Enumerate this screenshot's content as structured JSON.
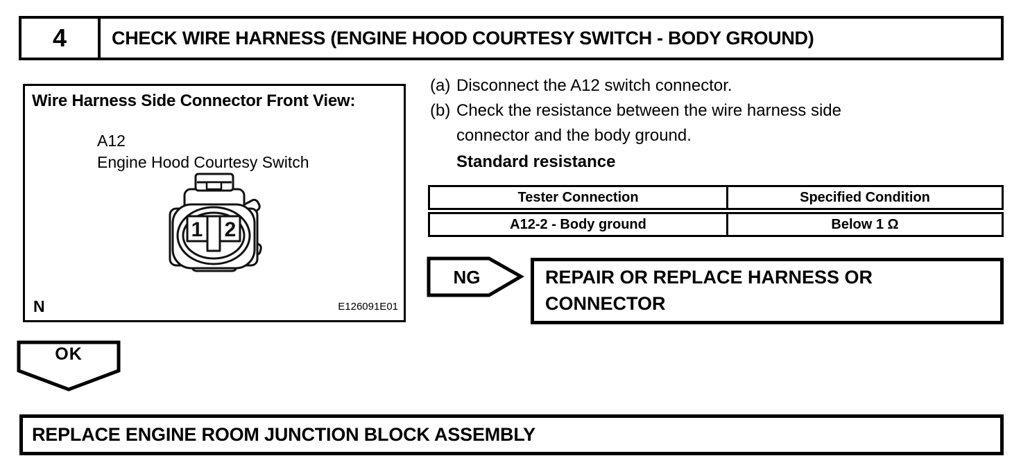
{
  "step": {
    "number": "4",
    "title": "CHECK WIRE HARNESS (ENGINE HOOD COURTESY SWITCH - BODY GROUND)"
  },
  "figure": {
    "title": "Wire Harness Side Connector Front View:",
    "connector_code": "A12",
    "connector_name": "Engine Hood Courtesy Switch",
    "pins": [
      "1",
      "2"
    ],
    "note_label": "N",
    "figure_id": "E126091E01"
  },
  "instructions": {
    "items": [
      {
        "marker": "(a)",
        "lines": [
          "Disconnect the A12 switch connector."
        ]
      },
      {
        "marker": "(b)",
        "lines": [
          "Check the resistance between the wire harness side",
          "connector and the body ground."
        ]
      }
    ],
    "subheading": "Standard resistance"
  },
  "resistance_table": {
    "headers": [
      "Tester Connection",
      "Specified Condition"
    ],
    "rows": [
      [
        "A12-2 - Body ground",
        "Below 1 Ω"
      ]
    ]
  },
  "ng_branch": {
    "label": "NG",
    "action_lines": [
      "REPAIR OR REPLACE HARNESS OR",
      "CONNECTOR"
    ]
  },
  "ok_branch": {
    "label": "OK"
  },
  "final_action": "REPLACE ENGINE ROOM JUNCTION BLOCK ASSEMBLY",
  "colors": {
    "ink": "#000000",
    "paper": "#ffffff"
  }
}
